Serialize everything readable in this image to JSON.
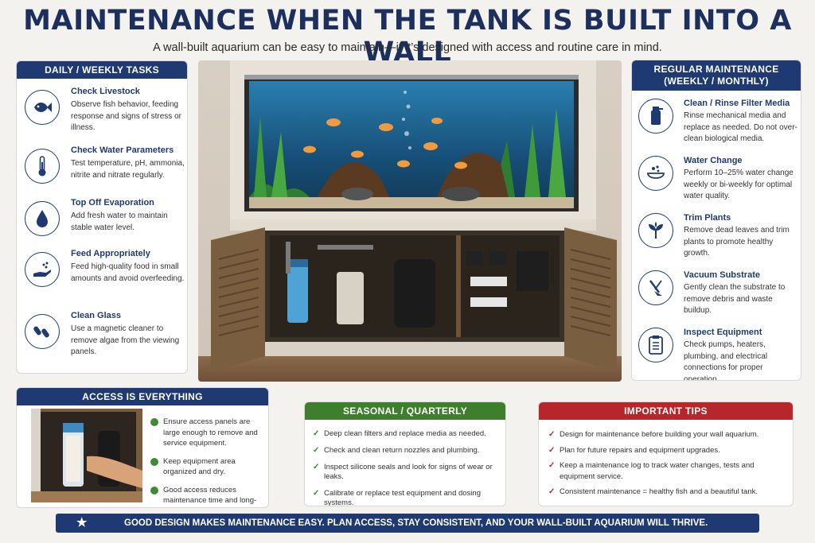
{
  "header": {
    "title": "MAINTENANCE WHEN THE TANK IS BUILT INTO A WALL",
    "subtitle": "A wall-built aquarium can be easy to maintain—if it’s designed with access and routine care in mind."
  },
  "daily_weekly": {
    "heading": "DAILY / WEEKLY TASKS",
    "items": [
      {
        "icon": "fish-icon",
        "title": "Check Livestock",
        "desc": "Observe fish behavior, feeding response and signs of stress or illness."
      },
      {
        "icon": "thermometer-icon",
        "title": "Check Water Parameters",
        "desc": "Test temperature, pH, ammonia, nitrite and nitrate regularly."
      },
      {
        "icon": "water-drop-icon",
        "title": "Top Off Evaporation",
        "desc": "Add fresh water to maintain stable water level."
      },
      {
        "icon": "feeding-hand-icon",
        "title": "Feed Appropriately",
        "desc": "Feed high-quality food in small amounts and avoid overfeeding."
      },
      {
        "icon": "magnet-cleaner-icon",
        "title": "Clean Glass",
        "desc": "Use a magnetic cleaner to remove algae from the viewing panels."
      }
    ]
  },
  "regular": {
    "heading_line1": "REGULAR MAINTENANCE",
    "heading_line2": "(WEEKLY / MONTHLY)",
    "items": [
      {
        "icon": "filter-icon",
        "title": "Clean / Rinse Filter Media",
        "desc": "Rinse mechanical media and replace as needed. Do not over-clean biological media."
      },
      {
        "icon": "water-change-icon",
        "title": "Water Change",
        "desc": "Perform 10–25% water change weekly or bi-weekly for optimal water quality."
      },
      {
        "icon": "plant-icon",
        "title": "Trim Plants",
        "desc": "Remove dead leaves and trim plants to promote healthy growth."
      },
      {
        "icon": "vacuum-icon",
        "title": "Vacuum Substrate",
        "desc": "Gently clean the substrate to remove debris and waste buildup."
      },
      {
        "icon": "clipboard-icon",
        "title": "Inspect Equipment",
        "desc": "Check pumps, heaters, plumbing, and electrical connections for proper operation."
      }
    ]
  },
  "access": {
    "heading": "ACCESS IS EVERYTHING",
    "items": [
      "Ensure access panels are large enough to remove and service equipment.",
      "Keep equipment area organized and dry.",
      "Good access reduces maintenance time and long-term costs."
    ]
  },
  "seasonal": {
    "heading": "SEASONAL / QUARTERLY",
    "items": [
      "Deep clean filters and replace media as needed.",
      "Check and clean return nozzles and plumbing.",
      "Inspect silicone seals and look for signs of wear or leaks.",
      "Calibrate or replace test equipment and dosing systems."
    ]
  },
  "tips": {
    "heading": "IMPORTANT TIPS",
    "items": [
      "Design for maintenance before building your wall aquarium.",
      "Plan for future repairs and equipment upgrades.",
      "Keep a maintenance log to track water changes, tests and equipment service.",
      "Consistent maintenance = healthy fish and a beautiful tank."
    ]
  },
  "footer": {
    "text": "GOOD DESIGN MAKES MAINTENANCE EASY. PLAN ACCESS, STAY CONSISTENT, AND YOUR WALL-BUILT AQUARIUM WILL THRIVE."
  },
  "colors": {
    "navy": "#1f3a72",
    "green": "#3e7f2e",
    "red": "#b6262b"
  }
}
